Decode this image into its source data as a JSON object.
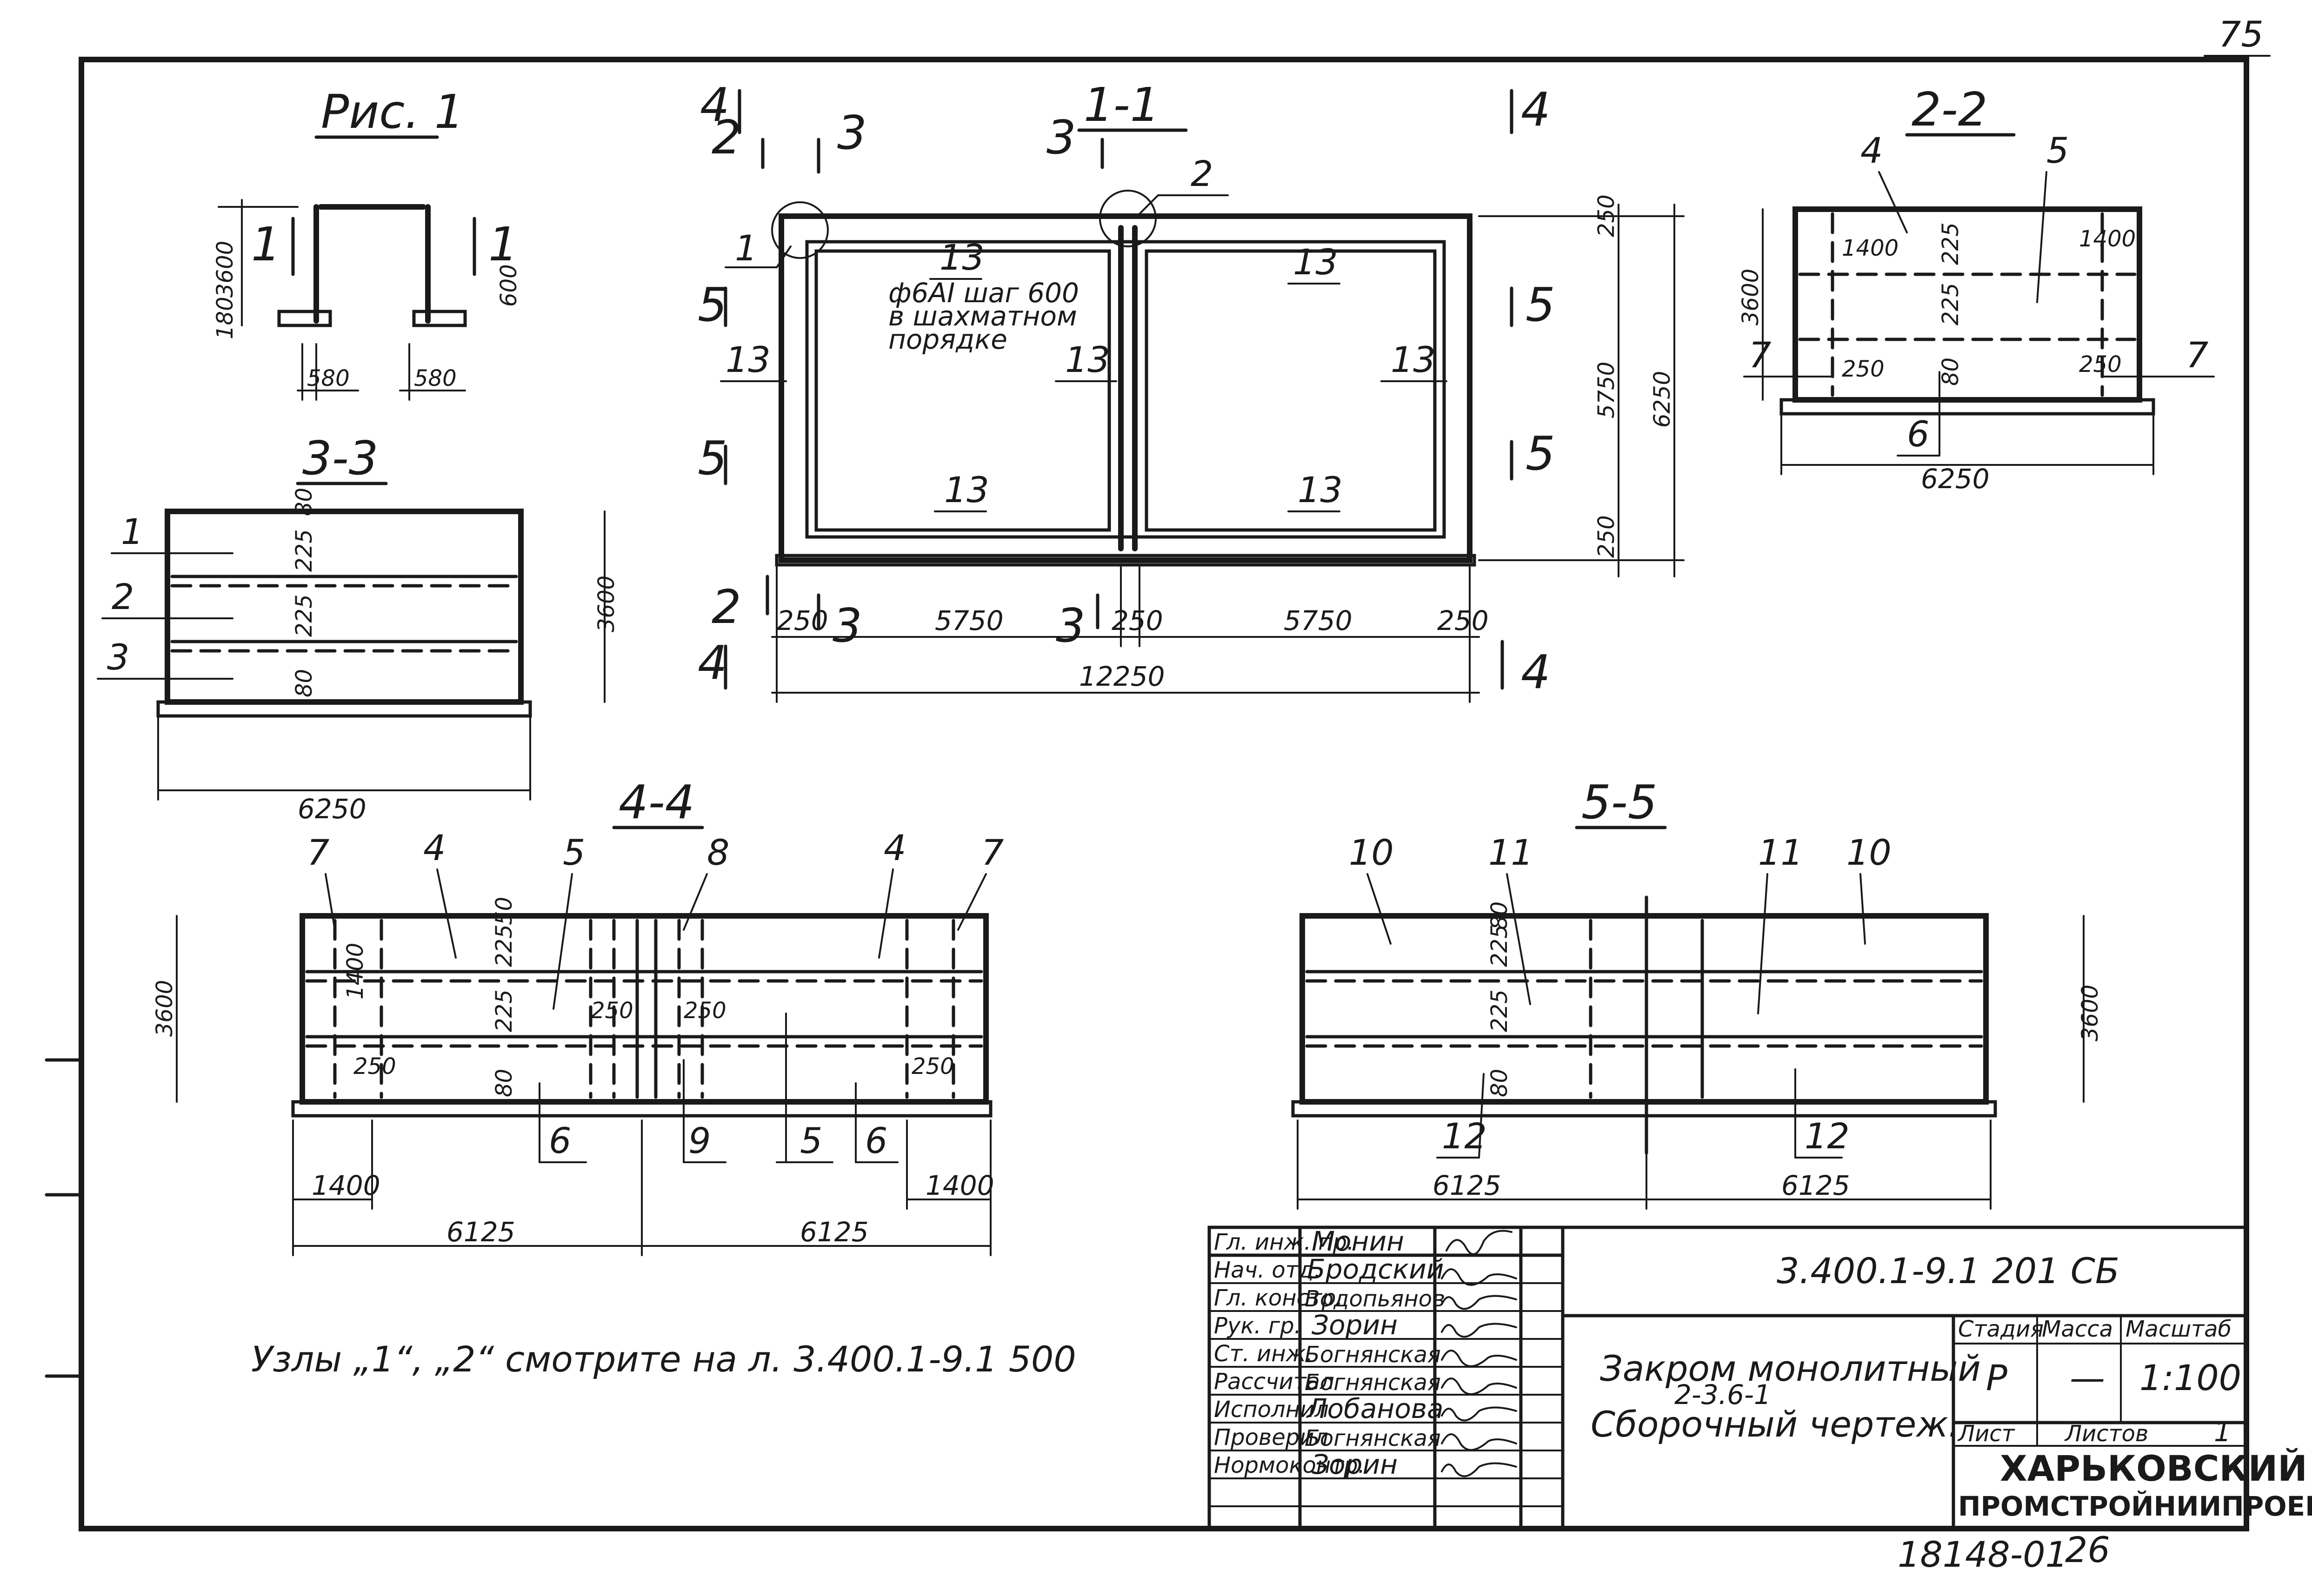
{
  "page_number": "75",
  "fig_title": "Рис. 1",
  "sections": {
    "s11": "1-1",
    "s22": "2-2",
    "s33": "3-3",
    "s44": "4-4",
    "s55": "5-5"
  },
  "cut_marks": {
    "c1": "1",
    "c2": "2",
    "c3": "3",
    "c4": "4",
    "c5": "5"
  },
  "fig1": {
    "h3600": "3600",
    "w580a": "580",
    "w580b": "580",
    "d180": "180",
    "d600": "600"
  },
  "plan11": {
    "note_line1": "ф6АI шаг 600",
    "note_line2": "в шахматном",
    "note_line3": "порядке",
    "pos_1": "1",
    "pos_2": "2",
    "pos_13": "13",
    "dims": {
      "d250": "250",
      "d5750": "5750",
      "d12250": "12250",
      "d5750v": "5750",
      "d6250v": "6250"
    }
  },
  "sec22": {
    "pos": [
      "4",
      "5",
      "7",
      "6"
    ],
    "dims": [
      "3600",
      "1400",
      "225",
      "80",
      "250",
      "6250"
    ]
  },
  "sec33": {
    "pos": [
      "1",
      "2",
      "3"
    ],
    "dims": [
      "3600",
      "225",
      "80",
      "6250"
    ]
  },
  "sec44": {
    "pos": [
      "7",
      "4",
      "5",
      "8",
      "4",
      "7",
      "6",
      "9",
      "5",
      "6"
    ],
    "dims": [
      "3600",
      "50",
      "225",
      "80",
      "1400",
      "250",
      "6125",
      "6125",
      "1400",
      "1400"
    ]
  },
  "sec55": {
    "pos": [
      "10",
      "11",
      "11",
      "10",
      "12",
      "12"
    ],
    "dims": [
      "3600",
      "80",
      "225",
      "6125",
      "6125"
    ]
  },
  "note": "Узлы „1“, „2“ смотрите на л. 3.400.1-9.1 500",
  "title_block": {
    "staff": [
      {
        "role": "Гл. инж. пр.",
        "name": "Монин"
      },
      {
        "role": "Нач. отд.",
        "name": "Бродский"
      },
      {
        "role": "Гл. констр.",
        "name": "Водопьянов"
      },
      {
        "role": "Рук. гр.",
        "name": "Зорин"
      },
      {
        "role": "Ст. инж.",
        "name": "Богнянская"
      },
      {
        "role": "Рассчитал",
        "name": "Богнянская"
      },
      {
        "role": "Исполнил",
        "name": "Лобанова"
      },
      {
        "role": "Проверил",
        "name": "Богнянская"
      },
      {
        "role": "Нормоконтр.",
        "name": "Зорин"
      }
    ],
    "doc_code": "3.400.1-9.1 201 СБ",
    "title_line1": "Закром монолитный",
    "title_line2": "2-3.6-1",
    "title_line3": "Сборочный чертеж.",
    "col_stage": "Стадия",
    "col_mass": "Масса",
    "col_scale": "Масштаб",
    "stage": "Р",
    "mass": "—",
    "scale": "1:100",
    "sheet_label": "Лист",
    "sheets_label": "Листов",
    "sheets_total": "1",
    "org_line1": "ХАРЬКОВСКИЙ",
    "org_line2": "ПРОМСТРОЙНИИПРОЕКТ"
  },
  "archive_number": "18148-01",
  "archive_sheet": "26"
}
